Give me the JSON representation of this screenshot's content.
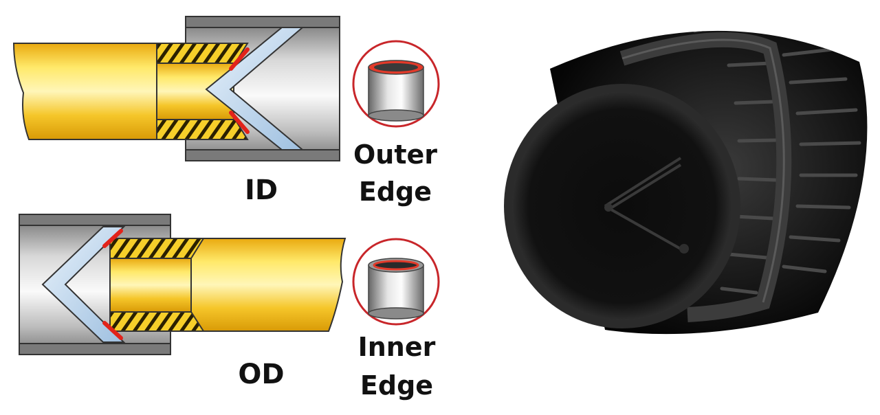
{
  "labels": {
    "id": "ID",
    "od": "OD",
    "outer_line1": "Outer",
    "outer_line2": "Edge",
    "inner_line1": "Inner",
    "inner_line2": "Edge"
  },
  "colors": {
    "pipe_gold": "#f2c21a",
    "pipe_gold_light": "#fff4a8",
    "steel_dark": "#6f6f6f",
    "steel_light": "#f4f4f4",
    "blade_blue": "#bcd6ef",
    "cut_red": "#e2231a",
    "tool_black": "#141414"
  }
}
